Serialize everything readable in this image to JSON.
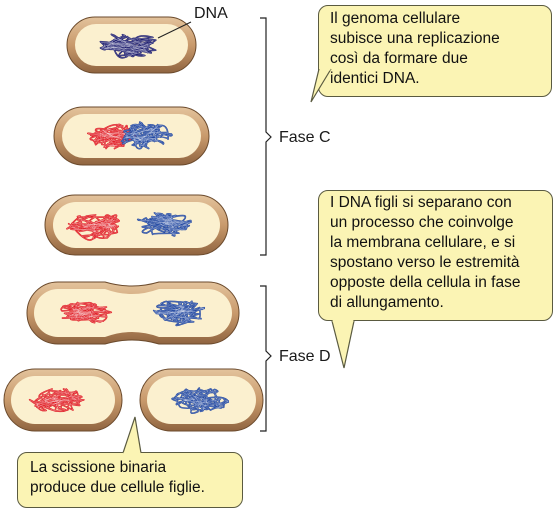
{
  "labels": {
    "dna": "DNA",
    "phase_c": "Fase C",
    "phase_d": "Fase D"
  },
  "callouts": {
    "replication": [
      "Il genoma cellulare",
      "subisce una replicazione",
      "così da formare due",
      "identici DNA."
    ],
    "separation": [
      "I DNA figli si separano con",
      "un processo che coinvolge",
      "la membrana cellulare, e si",
      "spostano verso le estremità",
      "opposte della cellula in fase",
      "di allungamento."
    ],
    "fission": [
      "La scissione binaria",
      "produce due cellule figlie."
    ]
  },
  "colors": {
    "cell_wall": "#b98a5e",
    "cytoplasm": "#fbf0cf",
    "dna_original": "#1c1c6e",
    "dna_red": "#e01e25",
    "dna_blue": "#2147a0",
    "callout_fill": "#fbf4b4"
  }
}
